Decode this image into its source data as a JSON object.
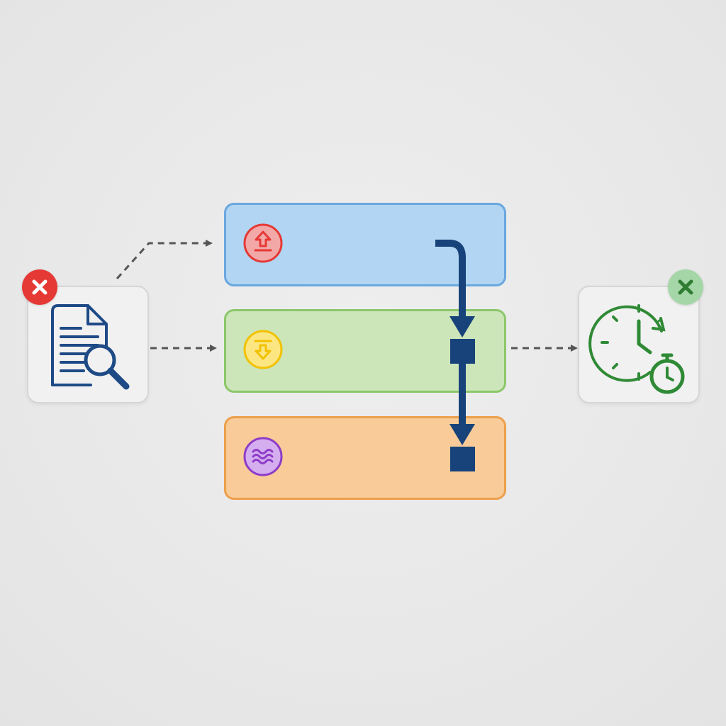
{
  "colors": {
    "background": "#e8e8e8",
    "card_bg": "#f1f1f1",
    "card_border": "#d6d6d6",
    "connector": "#555555",
    "flow_arrow": "#17437a",
    "document_icon": "#1e4a86",
    "clock_icon": "#2f8a35",
    "remove_badge": "#e53935",
    "success_badge_bg": "#a5d6a7",
    "success_badge_mark": "#2e7d32"
  },
  "source": {
    "icon": "document-search-icon",
    "badge_icon": "remove-icon"
  },
  "target": {
    "icon": "clock-stopwatch-icon",
    "badge_icon": "check-icon"
  },
  "lanes": [
    {
      "id": "up",
      "fill": "#b1d5f2",
      "border": "#6aa7df",
      "icon": "arrow-up-to-line-icon",
      "icon_fill": "#f3a8a8",
      "icon_stroke": "#e53935"
    },
    {
      "id": "down",
      "fill": "#cce5b9",
      "border": "#8cc76a",
      "icon": "arrow-down-from-line-icon",
      "icon_fill": "#fbe682",
      "icon_stroke": "#f2c100"
    },
    {
      "id": "waves",
      "fill": "#f8cb98",
      "border": "#ec9f4b",
      "icon": "waves-icon",
      "icon_fill": "#d5aef0",
      "icon_stroke": "#8e3cc8"
    }
  ]
}
